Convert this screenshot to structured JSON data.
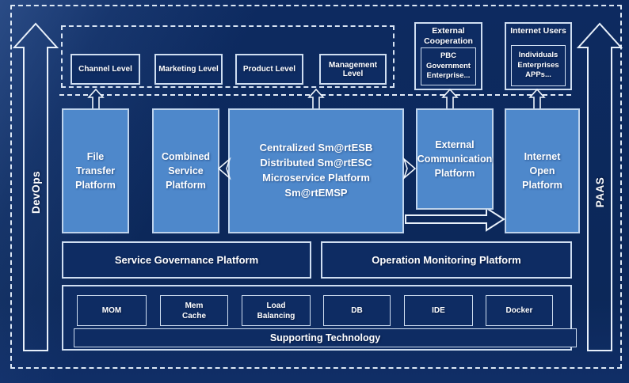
{
  "colors": {
    "background": "#0d2a60",
    "panel_blue": "#4e88cb",
    "panel_border": "#bed3ec",
    "dark_box_fill": "#0e2c63",
    "line_white": "#e8f0fa",
    "text": "#ffffff"
  },
  "rails": {
    "left": "DevOps",
    "right": "PAAS"
  },
  "top_band": {
    "levels": [
      "Channel Level",
      "Marketing Level",
      "Product Level",
      "Management Level"
    ],
    "external_cooperation": {
      "title": "External\nCooperation",
      "item": "PBC Government\nEnterprise..."
    },
    "internet_users": {
      "title": "Internet Users",
      "item": "Individuals\nEnterprises\nAPPs..."
    }
  },
  "platform_row": {
    "file_transfer": "File\nTransfer\nPlatform",
    "combined_service": "Combined\nService\nPlatform",
    "central_esb": "Centralized Sm@rtESB\nDistributed Sm@rtESC\nMicroservice Platform Sm@rtEMSP",
    "external_communication": "External\nCommunication\nPlatform",
    "internet_open": "Internet\nOpen\nPlatform"
  },
  "management_row": {
    "service_governance": "Service Governance Platform",
    "operation_monitoring": "Operation Monitoring Platform"
  },
  "supporting": {
    "title": "Supporting Technology",
    "items": [
      "MOM",
      "Mem\nCache",
      "Load\nBalancing",
      "DB",
      "IDE",
      "Docker"
    ]
  }
}
